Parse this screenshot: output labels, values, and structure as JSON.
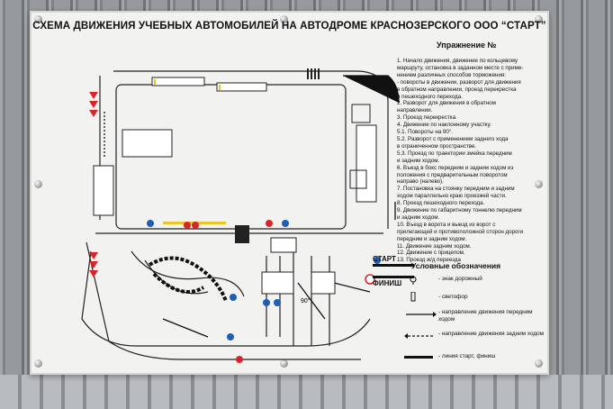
{
  "sign": {
    "title": "СХЕМА ДВИЖЕНИЯ УЧЕБНЫХ АВТОМОБИЛЕЙ НА АВТОДРОМЕ КРАСНОЗЕРСКОГО ООО “СТАРТ”",
    "exercise_title": "Упражнение №",
    "items": [
      "1. Начало движения, движение по кольцевому",
      "маршруту, остановка в заданном месте с приме-",
      "нением различных способов торможения:",
      "- повороты в движении, разворот для движения",
      "в обратном направлении, проезд перекрестка",
      "и пешеходного перехода.",
      "2. Разворот для движения в обратном",
      "направлении.",
      "3. Проезд перекрестка.",
      "4. Движение по наклонному участку.",
      "5.1. Повороты на 90°.",
      "5.2. Разворот с применением заднего хода",
      "в ограниченном пространстве.",
      "5.3. Проезд по траектории змейка передним",
      "и задним ходом.",
      "6. Въезд в бокс передним и задним ходом из",
      "положения с предварительным поворотом",
      "направо (налево).",
      "7. Постановка на стоянку передним и задним",
      "ходом параллельно краю проезжей части.",
      "8. Проезд пешеходного перехода.",
      "9. Движение по габаритному тоннелю передним",
      "и задним ходом.",
      "10. Въезд в ворота и выезд из ворот с",
      "прилегающей и противоположной сторон дороги",
      "передним и задним ходом.",
      "11. Движение задним ходом.",
      "12. Движение с прицепом.",
      "13. Проезд ж/д переезда"
    ],
    "legend_title": "Условные обозначения",
    "legend": [
      {
        "icon": "road-sign-icon",
        "text": "- знак дорожный"
      },
      {
        "icon": "traffic-light-icon",
        "text": "- светофор"
      },
      {
        "icon": "forward-arrow-icon",
        "text": "- направление движения передним ходом"
      },
      {
        "icon": "reverse-arrow-icon",
        "text": "- направление движения задним ходом"
      },
      {
        "icon": "start-line-icon",
        "text": "- линия старт, финиш"
      }
    ],
    "start_label": "СТАРТ",
    "finish_label": "ФИНИШ",
    "map_numbers": [
      "90°"
    ],
    "colors": {
      "board": "#f2f3f1",
      "road_line": "#222222",
      "sign_red": "#d8242a",
      "sign_blue": "#1e5eb8"
    }
  }
}
